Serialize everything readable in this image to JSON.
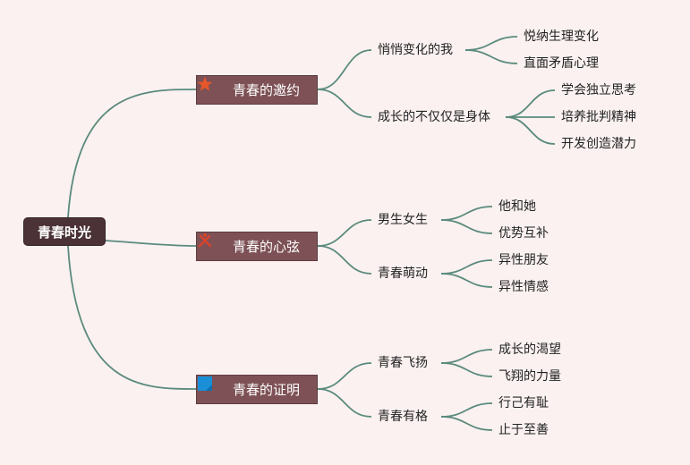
{
  "root": "青春时光",
  "line_color": "#5a8a7c",
  "branches": [
    {
      "label": "青春的邀约",
      "icon": "star-icon",
      "icon_color": "#e8572a",
      "subs": [
        {
          "label": "悄悄变化的我",
          "leaves": [
            "悦纳生理变化",
            "直面矛盾心理"
          ]
        },
        {
          "label": "成长的不仅仅是身体",
          "leaves": [
            "学会独立思考",
            "培养批判精神",
            "开发创造潜力"
          ]
        }
      ]
    },
    {
      "label": "青春的心弦",
      "icon": "tools-icon",
      "icon_color": "#d9442c",
      "subs": [
        {
          "label": "男生女生",
          "leaves": [
            "他和她",
            "优势互补"
          ]
        },
        {
          "label": "青春萌动",
          "leaves": [
            "异性朋友",
            "异性情感"
          ]
        }
      ]
    },
    {
      "label": "青春的证明",
      "icon": "flag-icon",
      "icon_color": "#1a8fd8",
      "subs": [
        {
          "label": "青春飞扬",
          "leaves": [
            "成长的渴望",
            "飞翔的力量"
          ]
        },
        {
          "label": "青春有格",
          "leaves": [
            "行己有耻",
            "止于至善"
          ]
        }
      ]
    }
  ]
}
